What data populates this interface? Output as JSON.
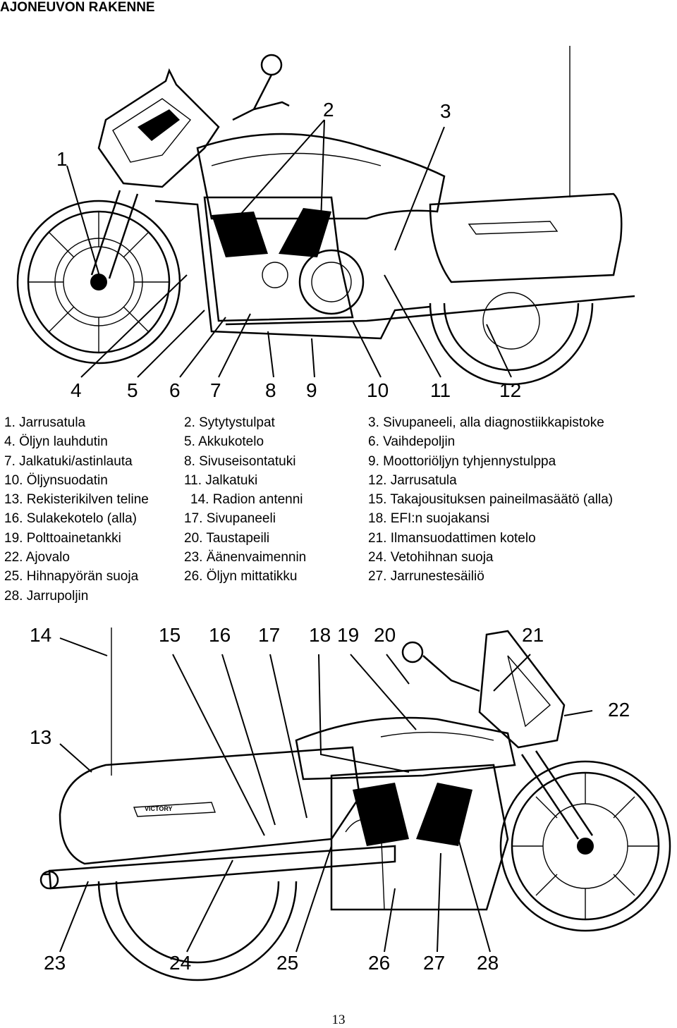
{
  "page": {
    "title": "AJONEUVON RAKENNE",
    "page_number": "13"
  },
  "top_figure": {
    "callouts": [
      "1",
      "2",
      "3",
      "4",
      "5",
      "6",
      "7",
      "8",
      "9",
      "10",
      "11",
      "12"
    ]
  },
  "bottom_figure": {
    "callouts": [
      "13",
      "14",
      "15",
      "16",
      "17",
      "18",
      "19",
      "20",
      "21",
      "22",
      "23",
      "24",
      "25",
      "26",
      "27",
      "28"
    ],
    "badge_text": "VICTORY"
  },
  "legend": {
    "rows": [
      [
        "1. Jarrusatula",
        "2. Sytytystulpat",
        "3. Sivupaneeli, alla diagnostiikkapistoke"
      ],
      [
        "4. Öljyn lauhdutin",
        "5. Akkukotelo",
        "6. Vaihdepoljin"
      ],
      [
        "7. Jalkatuki/astinlauta",
        "8. Sivuseisontatuki",
        "9. Moottoriöljyn tyhjennystulppa"
      ],
      [
        "10. Öljynsuodatin",
        "11. Jalkatuki",
        "12. Jarrusatula"
      ],
      [
        "13. Rekisterikilven teline",
        "14. Radion antenni",
        "15. Takajousituksen paineilmasäätö (alla)"
      ],
      [
        "16. Sulakekotelo (alla)",
        "17. Sivupaneeli",
        "18. EFI:n suojakansi"
      ],
      [
        "19. Polttoainetankki",
        "20. Taustapeili",
        "21. Ilmansuodattimen kotelo"
      ],
      [
        "22. Ajovalo",
        "23. Äänenvaimennin",
        "24. Vetohihnan suoja"
      ],
      [
        "25. Hihnapyörän suoja",
        "26. Öljyn mittatikku",
        "27. Jarrunestesäiliö"
      ],
      [
        "28. Jarrupoljin",
        "",
        ""
      ]
    ]
  }
}
